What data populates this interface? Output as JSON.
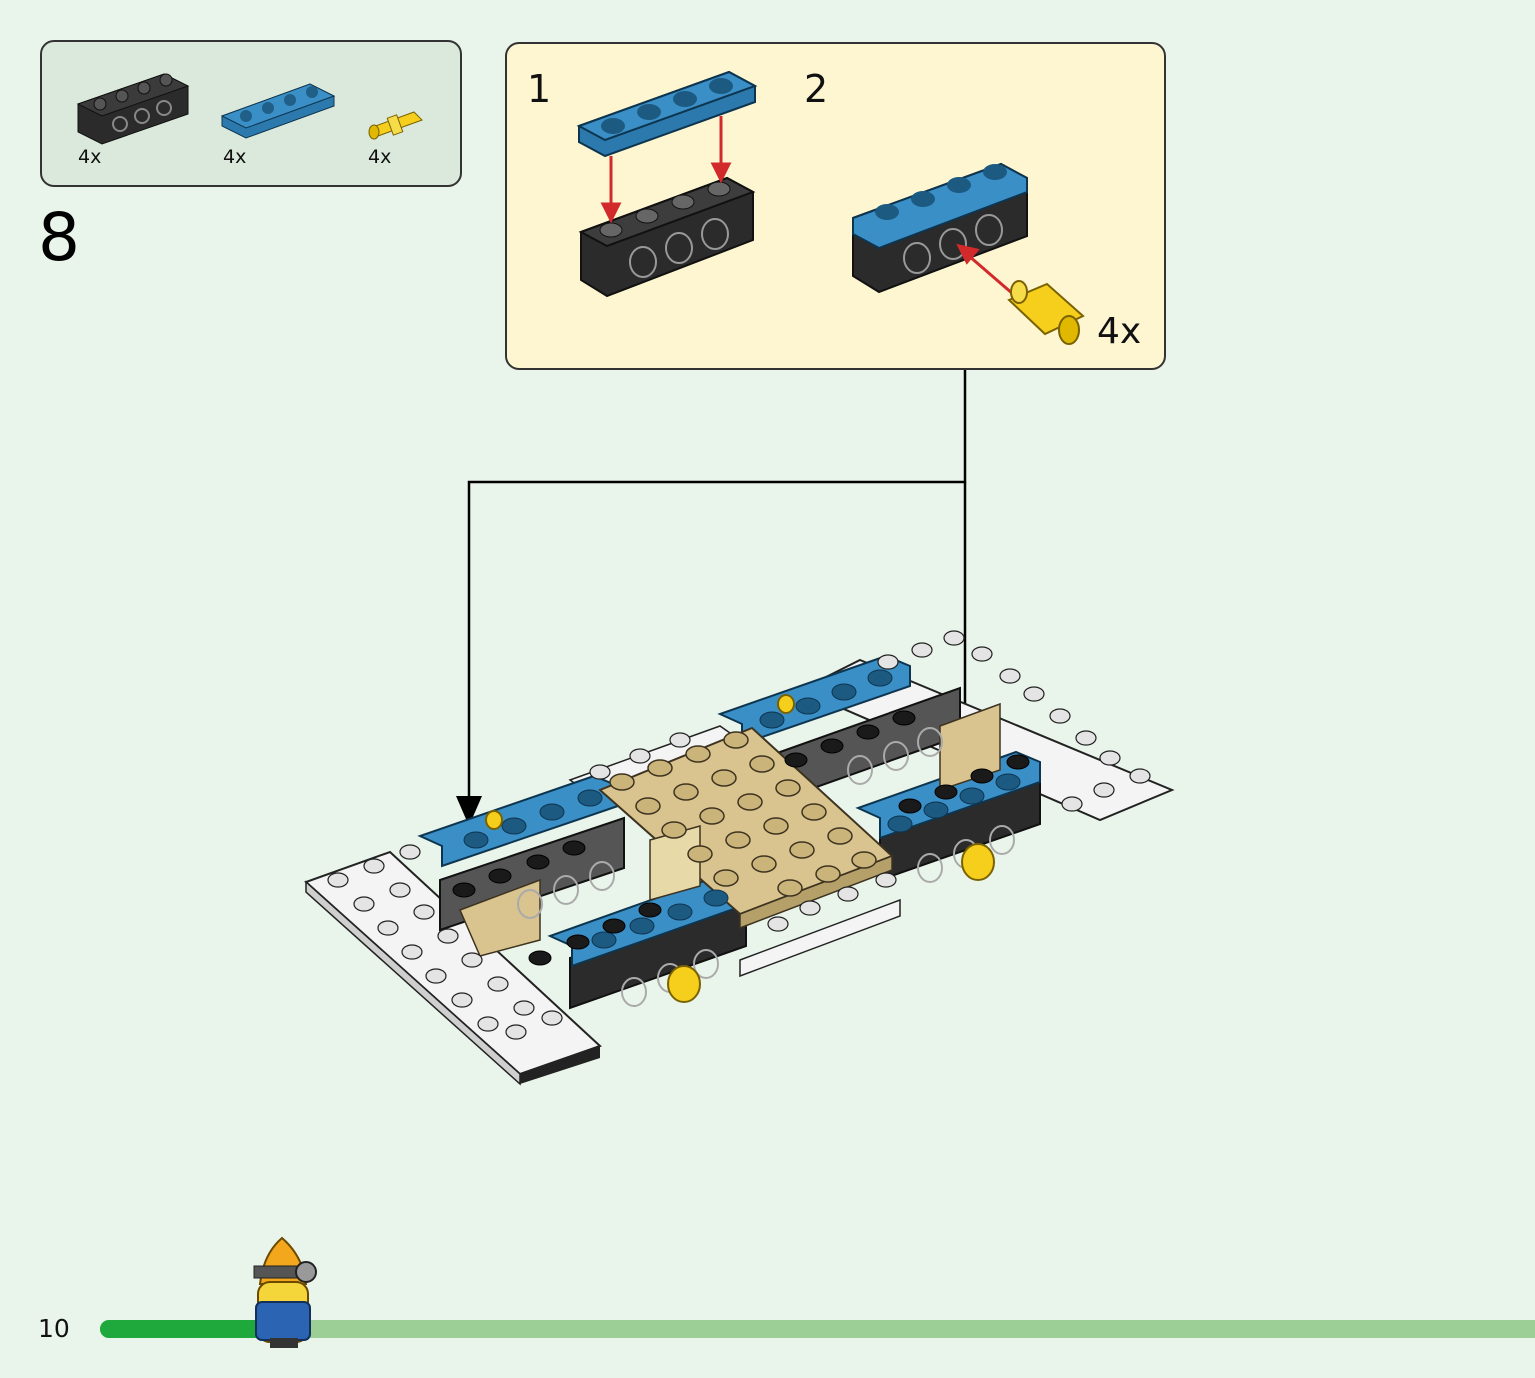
{
  "parts": {
    "items": [
      {
        "name": "black-technic-brick-1x4",
        "count": "4x"
      },
      {
        "name": "blue-plate-1x4",
        "count": "4x"
      },
      {
        "name": "yellow-technic-pin",
        "count": "4x"
      }
    ]
  },
  "step": {
    "number": "8"
  },
  "substeps": {
    "labels": [
      "1",
      "2"
    ],
    "multiplier": "4x"
  },
  "footer": {
    "page_number": "10",
    "progress": 0.11
  },
  "colors": {
    "background": "#e9f5ea",
    "black_brick": "#2b2b2b",
    "blue_plate": "#3a8fc6",
    "yellow_pin": "#f5cf1c",
    "tan_plate": "#d9c48f",
    "white_plate": "#f4f4f4",
    "arrow_red": "#d22a2a",
    "progress_done": "#1fa83b",
    "progress_track": "#9ccf95"
  }
}
